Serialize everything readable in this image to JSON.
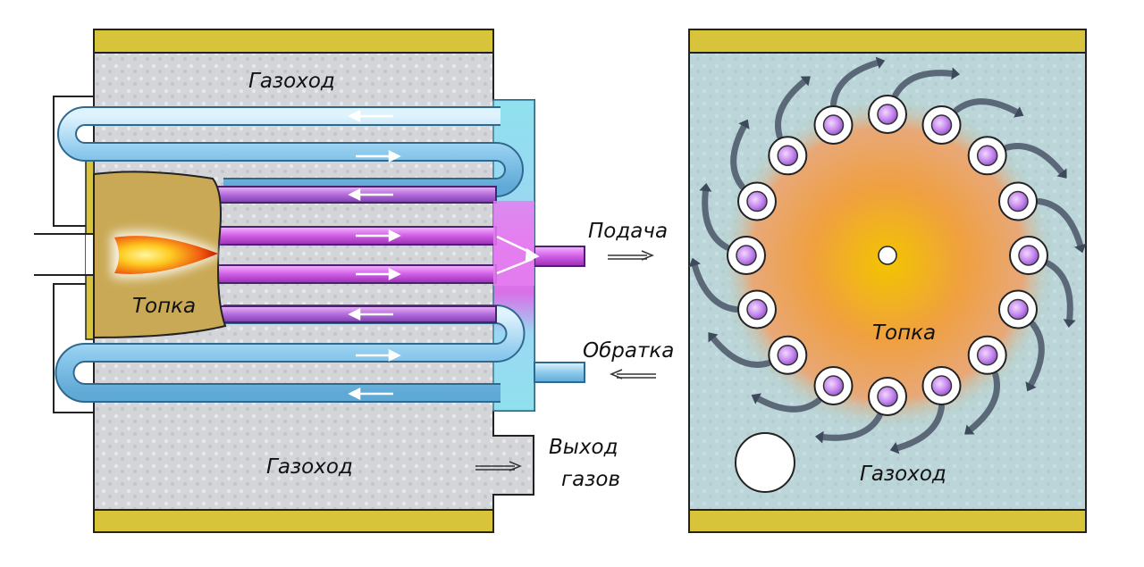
{
  "left_panel": {
    "flue_top": "Газоход",
    "flue_bottom": "Газоход",
    "firebox": "Топка",
    "supply": "Подача",
    "return": "Обратка",
    "exhaust_line1": "Выход",
    "exhaust_line2": "газов"
  },
  "right_panel": {
    "firebox": "Топка",
    "flue": "Газоход"
  },
  "colors": {
    "insulation": "#d8c43a",
    "cold_pipe": "#a9d8f2",
    "hot_pipe": "#b06ad8",
    "manifold": "#8fe0ee",
    "hot_manifold": "#d870e8",
    "flue_fill": "#d4d6da",
    "firebox_fill": "#c9a955",
    "flame_core": "#ffdd33",
    "flame_edge": "#dd2200",
    "chamber_center": "#f2b200",
    "chamber_edge": "#9fd4d6"
  },
  "icons": {
    "flow_arrow": "arrow-right-icon",
    "flame": "flame-icon",
    "tube": "tube-cross-section-icon",
    "gas_flow": "curved-arrow-icon"
  }
}
